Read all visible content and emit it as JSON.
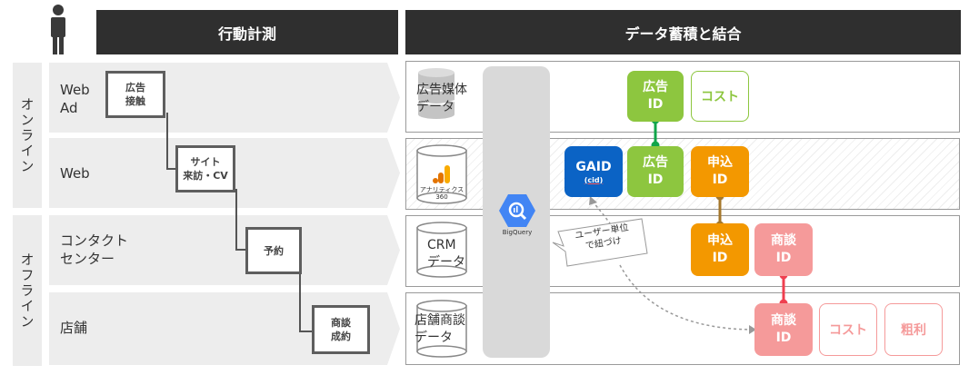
{
  "headers": {
    "left": "行動計測",
    "right": "データ蓄積と結合"
  },
  "side_groups": {
    "online": "オンライン",
    "offline": "オフライン"
  },
  "rows": [
    {
      "label": "Web\nAd"
    },
    {
      "label": "Web"
    },
    {
      "label": "コンタクト\nセンター"
    },
    {
      "label": "店舗"
    }
  ],
  "steps": [
    "広告\n接触",
    "サイト\n来訪・CV",
    "予約",
    "商談\n成約"
  ],
  "data_sources": [
    "広告媒体\nデータ",
    "CRM\nデータ",
    "店舗商談\nデータ"
  ],
  "analytics_label": "アナリティクス\n360",
  "bigquery_label": "BigQuery",
  "callout": "ユーザー単位\nで紐づけ",
  "ids": {
    "ad_id_top": "広告\nID",
    "cost_top": "コスト",
    "gaid": "GAID",
    "gaid_sub": "(cid)",
    "ad_id_web": "広告\nID",
    "apply_id_web": "申込\nID",
    "apply_id_crm": "申込\nID",
    "deal_id_crm": "商談\nID",
    "deal_id_store": "商談\nID",
    "cost_store": "コスト",
    "gross_profit": "粗利"
  },
  "colors": {
    "header": "#2f2f2f",
    "green": "#8dc63f",
    "blue": "#0b63c5",
    "orange": "#f39800",
    "pink": "#f59a9a",
    "link_green": "#11a54a",
    "link_brown": "#a4772b",
    "link_red": "#ef4050"
  }
}
